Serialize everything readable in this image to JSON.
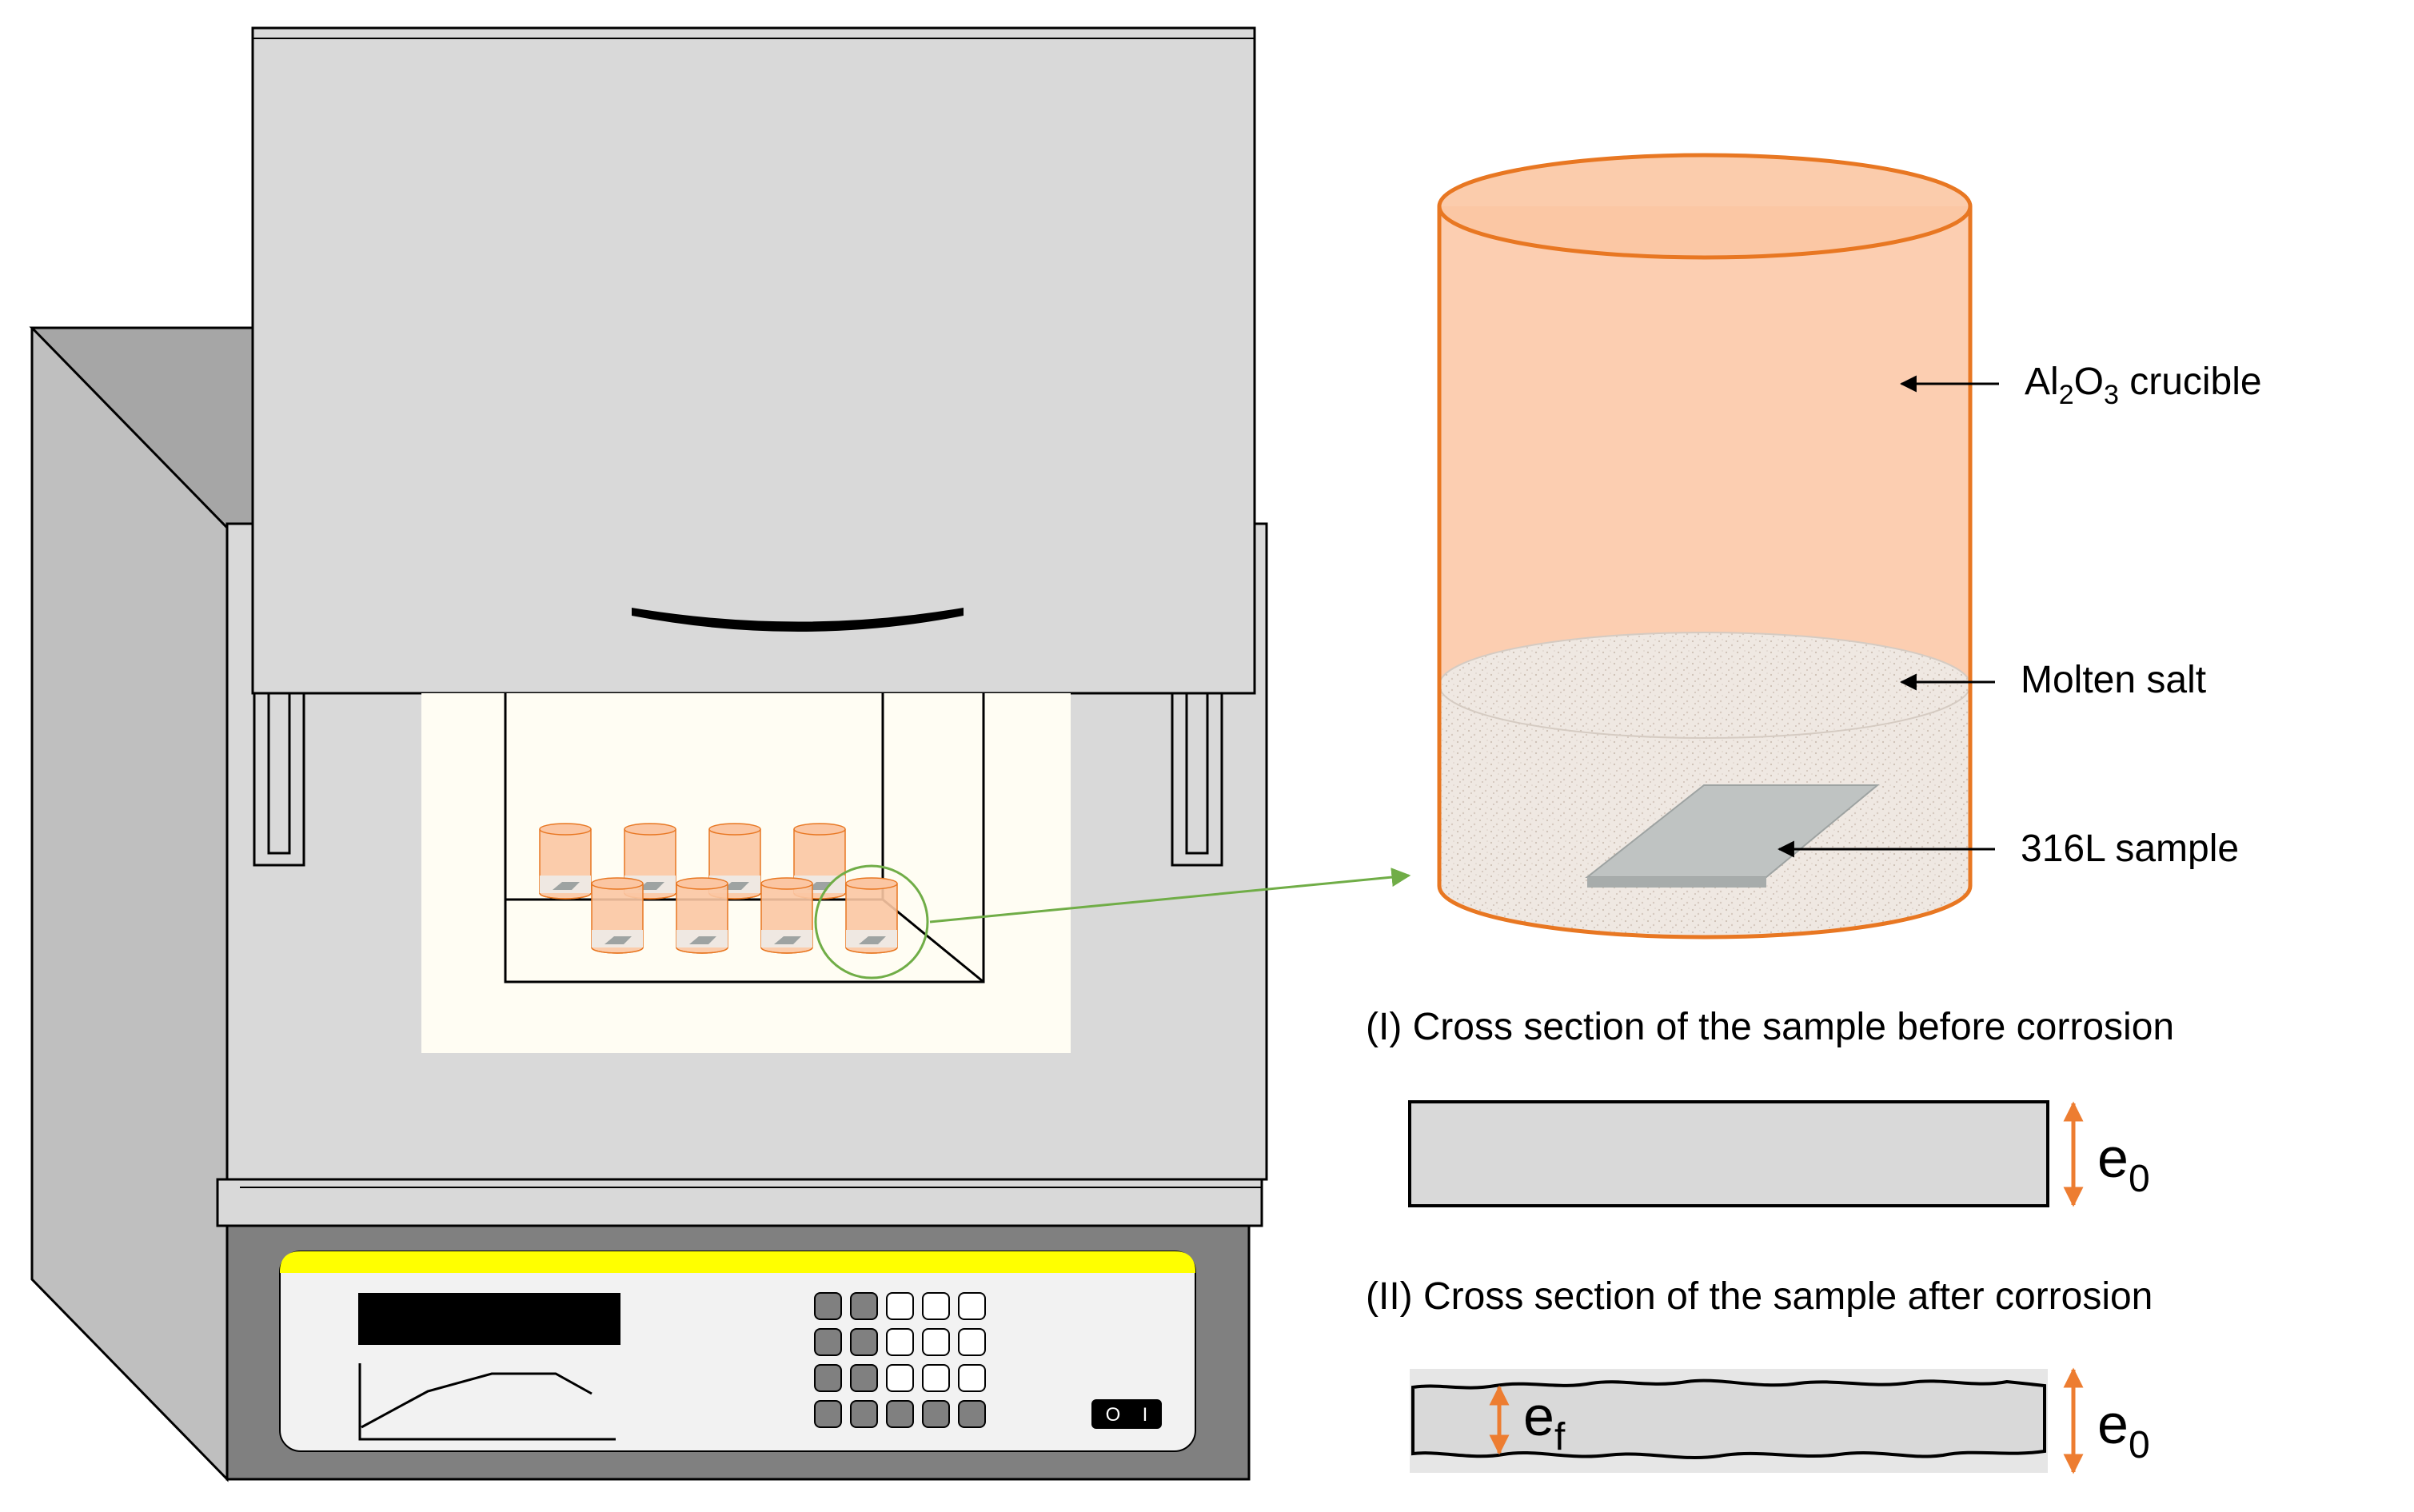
{
  "colors": {
    "furnace_body": "#d9d9d9",
    "furnace_side": "#bfbfbf",
    "furnace_side_top": "#a6a6a6",
    "control_base": "#808080",
    "panel_face": "#f2f2f2",
    "panel_strip": "#ffff00",
    "chamber_glow": "#fffdf3",
    "crucible_fill": "#fbc6a3",
    "crucible_stroke": "#e87722",
    "salt_fill": "#efe8e2",
    "sample_fill": "#bfc3c2",
    "callout": "#70ad47",
    "dimension_arrow": "#ed7d31",
    "cross_section_fill": "#d9d9d9"
  },
  "furnace": {
    "keypad": {
      "rows": [
        [
          "dark",
          "dark",
          "light",
          "light",
          "light"
        ],
        [
          "dark",
          "dark",
          "light",
          "light",
          "light"
        ],
        [
          "dark",
          "dark",
          "light",
          "light",
          "light"
        ],
        [
          "dark",
          "dark",
          "dark",
          "dark",
          "dark"
        ]
      ]
    },
    "power_switch": {
      "off_symbol": "O",
      "on_symbol": "I"
    },
    "chamber_crucible_count": 8
  },
  "labels": {
    "crucible": {
      "prefix": "Al",
      "sub1": "2",
      "mid": "O",
      "sub2": "3",
      "suffix": " crucible"
    },
    "molten_salt": "Molten salt",
    "sample": "316L sample"
  },
  "cross_sections": {
    "before": {
      "caption": "(I) Cross section of the sample before corrosion",
      "thickness_base": "e",
      "thickness_sub": "0"
    },
    "after": {
      "caption": "(II) Cross section of the sample after corrosion",
      "final_base": "e",
      "final_sub": "f",
      "initial_base": "e",
      "initial_sub": "0"
    }
  }
}
